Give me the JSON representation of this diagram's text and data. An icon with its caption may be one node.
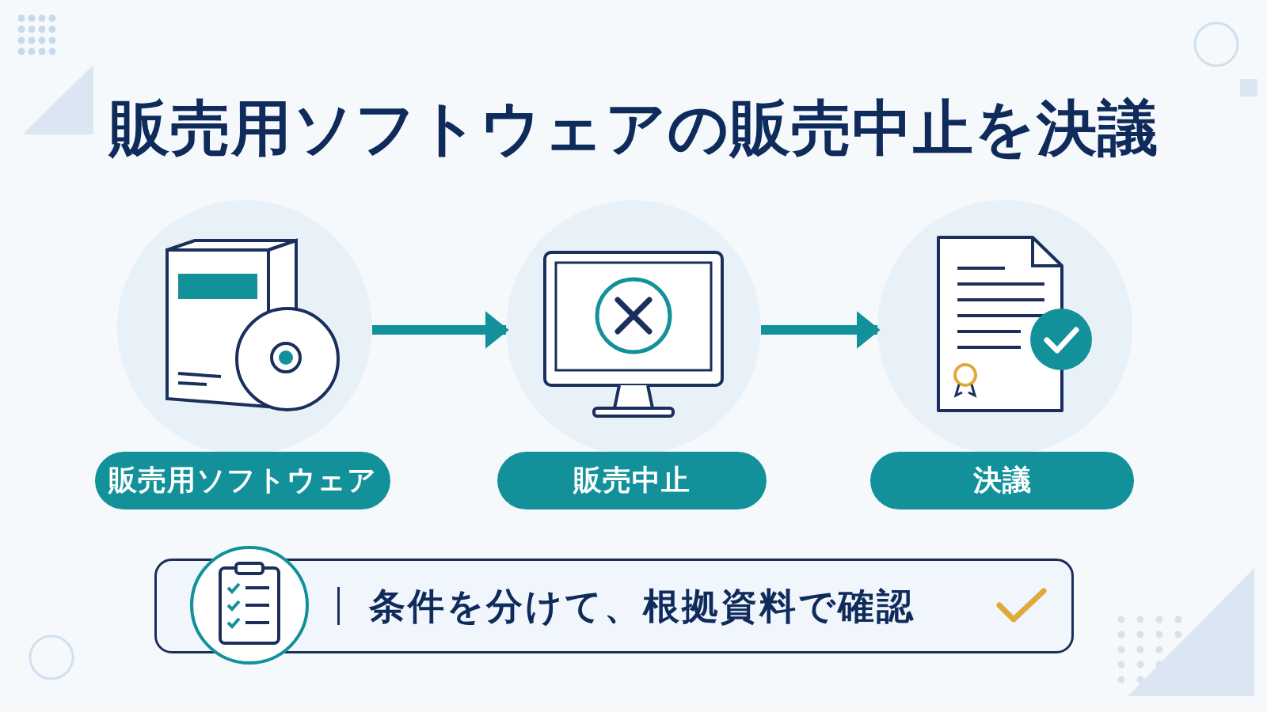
{
  "diagram": {
    "title": "販売用ソフトウェアの販売中止を決議",
    "nodes": [
      {
        "text": [],
        "shape": "circle"
      },
      {
        "text": [
          "販売用ソフトウェア"
        ]
      },
      {
        "text": [],
        "shape": "circle"
      },
      {
        "text": [
          "販売中止"
        ]
      },
      {
        "text": [],
        "shape": "circle"
      },
      {
        "text": [
          "決議"
        ]
      },
      {
        "text": [
          "条件を分けて、根拠資料で確認"
        ]
      }
    ],
    "edges": [
      {
        "from": 0,
        "to": 2,
        "arrow": "to"
      },
      {
        "from": 2,
        "to": 4,
        "arrow": "to"
      }
    ]
  }
}
